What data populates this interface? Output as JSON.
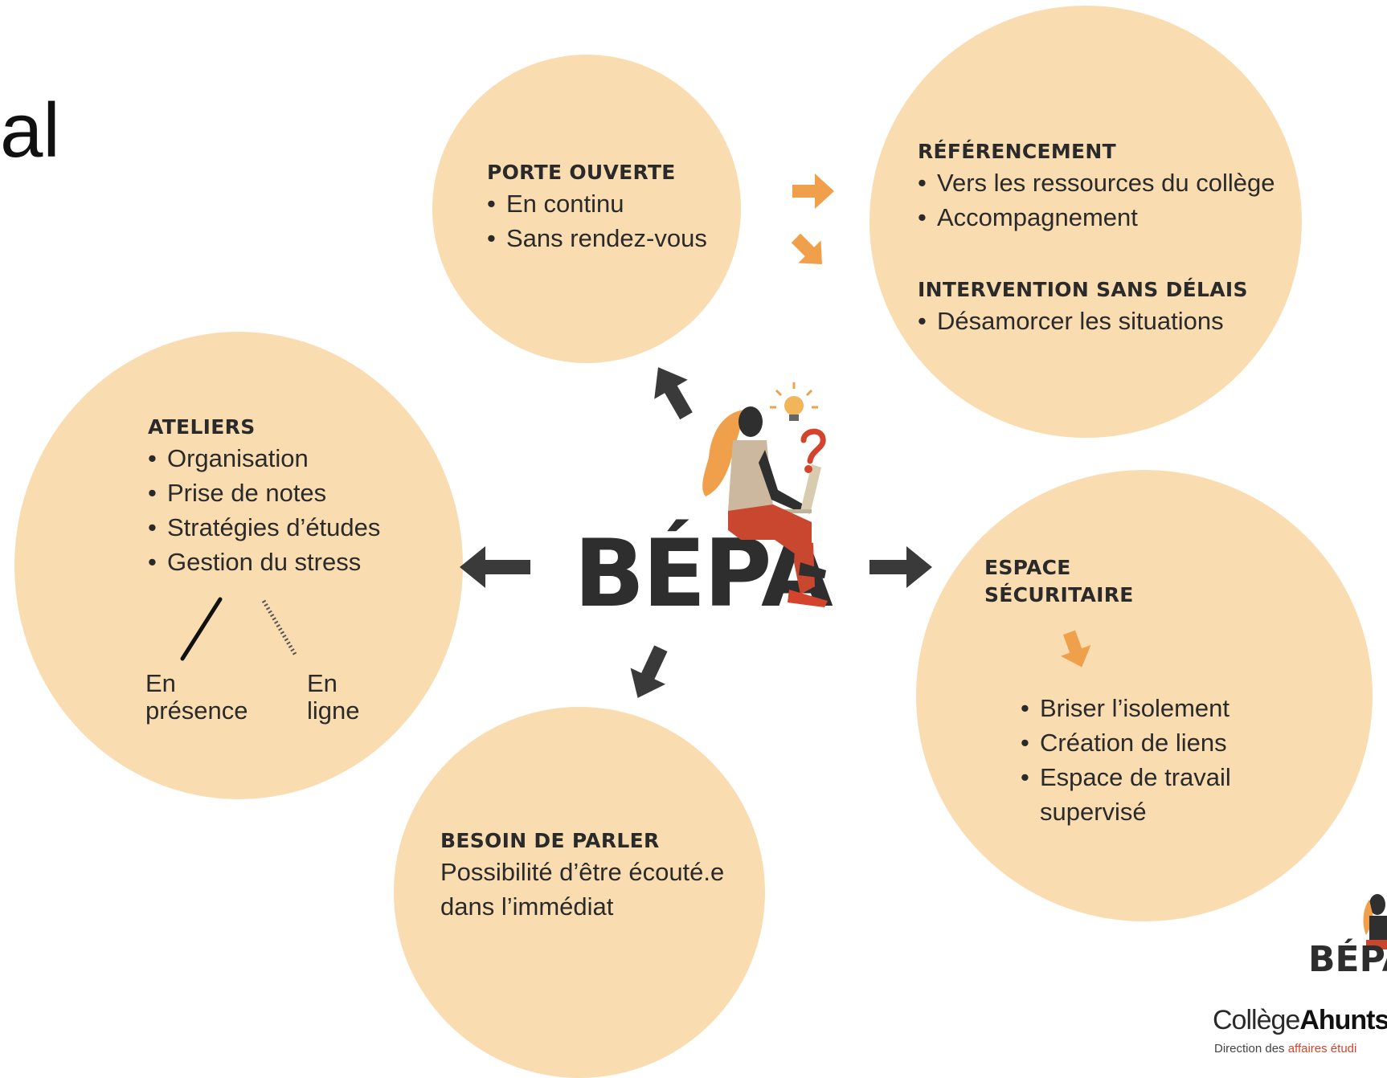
{
  "page": {
    "title_fragment": "al"
  },
  "center": {
    "logo": "BÉPA"
  },
  "porte_ouverte": {
    "heading": "PORTE OUVERTE",
    "items": [
      "En continu",
      "Sans rendez-vous"
    ]
  },
  "referencement": {
    "heading": "RÉFÉRENCEMENT",
    "items": [
      "Vers les ressources du collège",
      "Accompagnement"
    ],
    "heading2": "INTERVENTION SANS DÉLAIS",
    "items2": [
      "Désamorcer les situations"
    ]
  },
  "ateliers": {
    "heading": "ATELIERS",
    "items": [
      "Organisation",
      "Prise de notes",
      "Stratégies d’études",
      "Gestion du stress"
    ],
    "mode_left": [
      "En",
      "présence"
    ],
    "mode_right": [
      "En",
      "ligne"
    ]
  },
  "espace": {
    "heading": [
      "ESPACE",
      "SÉCURITAIRE"
    ],
    "items": [
      "Briser l’isolement",
      "Création de liens",
      "Espace de travail"
    ],
    "item_continuation": "supervisé"
  },
  "besoin": {
    "heading": "BESOIN DE PARLER",
    "lines": [
      "Possibilité d’être écouté.e",
      "dans l’immédiat"
    ]
  },
  "footer_logo": {
    "bepa": "BÉPA",
    "college_a": "Collège",
    "college_b": "Ahunts",
    "direction_a": "Direction des ",
    "direction_b": "affaires étudi"
  },
  "colors": {
    "circle_fill": "#fadcb1",
    "dark_arrow": "#3a3a3a",
    "orange_arrow": "#f0a04b",
    "accent_red": "#d4432c"
  }
}
